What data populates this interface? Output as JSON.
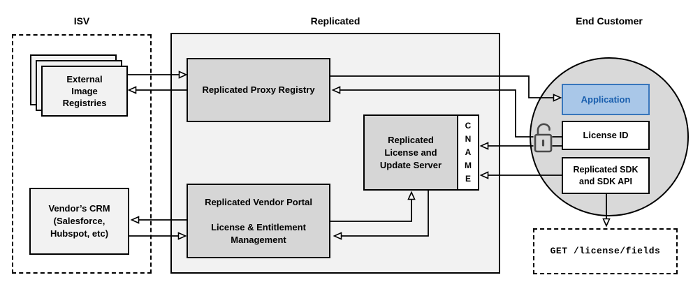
{
  "diagram": {
    "sections": {
      "isv": {
        "label": "ISV"
      },
      "replicated": {
        "label": "Replicated"
      },
      "end_customer": {
        "label": "End Customer"
      }
    },
    "nodes": {
      "external_registries": {
        "label": "External\nImage\nRegistries"
      },
      "vendor_crm": {
        "label": "Vendor’s CRM\n(Salesforce,\nHubspot, etc)"
      },
      "proxy_registry": {
        "label": "Replicated Proxy Registry"
      },
      "vendor_portal": {
        "label": "Replicated Vendor Portal\n\nLicense & Entitlement\nManagement"
      },
      "license_update_server": {
        "label": "Replicated\nLicense and\nUpdate Server"
      },
      "cname": {
        "label": "C\nN\nA\nM\nE"
      },
      "application": {
        "label": "Application"
      },
      "license_id": {
        "label": "License ID"
      },
      "replicated_sdk": {
        "label": "Replicated SDK\nand SDK API"
      },
      "api_request": {
        "label": "GET /license/fields"
      }
    },
    "icons": {
      "lock": "open-padlock-icon"
    },
    "colors": {
      "container_fill": "#f2f2f2",
      "node_fill": "#d6d6d6",
      "circle_fill": "#d9d9d9",
      "application_fill": "#a9c7e8",
      "application_border": "#3876bc",
      "application_text": "#1a5fae",
      "line_color": "#000000",
      "lock_color": "#4a4a4a"
    }
  }
}
